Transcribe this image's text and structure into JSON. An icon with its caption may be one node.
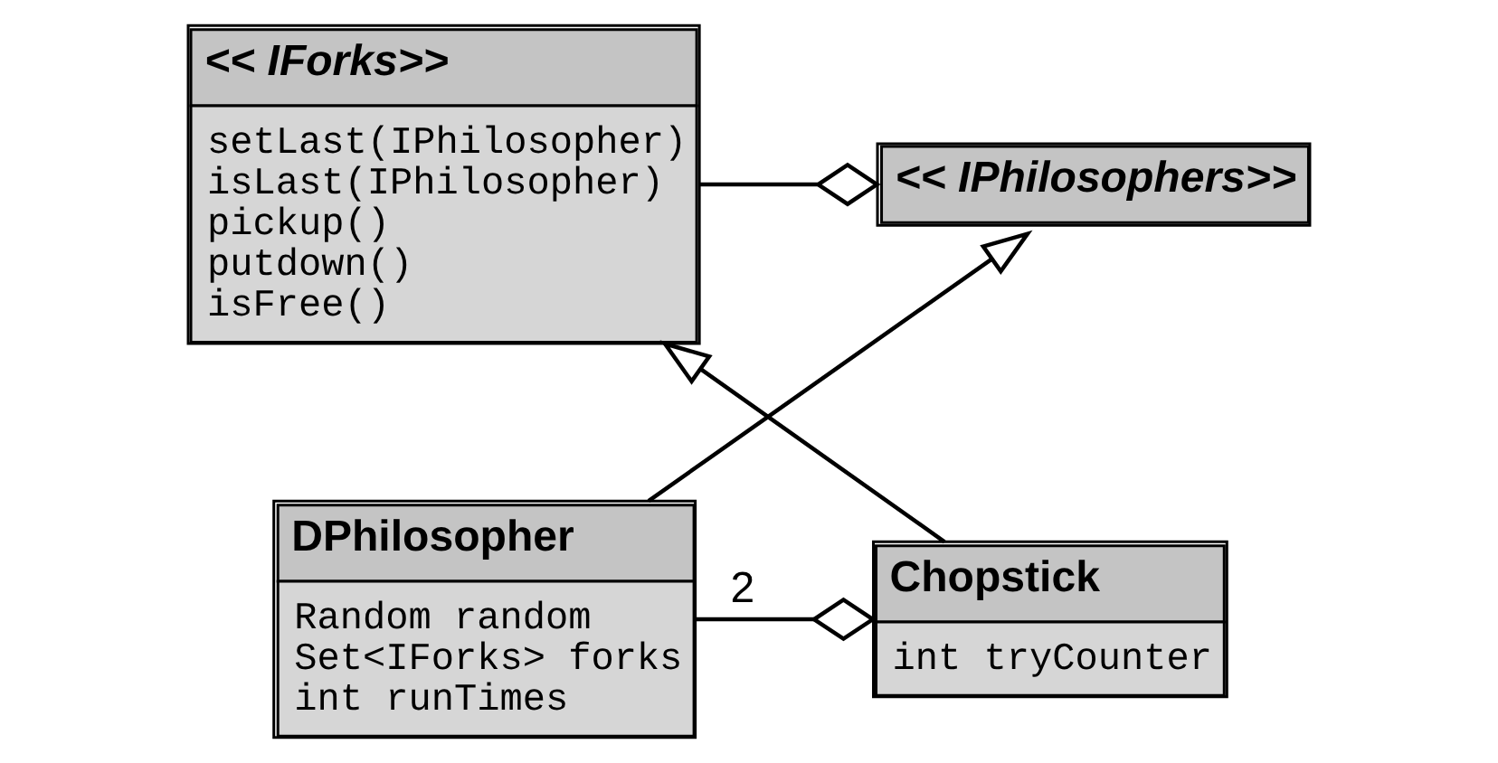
{
  "diagram": {
    "nodes": [
      {
        "text": [
          "<< IPhilosophers>>"
        ]
      },
      {
        "text": [
          "<< IForks>>",
          "setLast(IPhilosopher)",
          "isLast(IPhilosopher)",
          "pickup()",
          "putdown()",
          "isFree()"
        ]
      },
      {
        "text": [
          "DPhilosopher",
          "Random random",
          "Set<IForks> forks",
          "int runTimes"
        ]
      },
      {
        "text": [
          "Chopstick",
          "int tryCounter"
        ]
      }
    ],
    "edges": [
      {
        "from": 1,
        "to": 0,
        "arrow": "other"
      },
      {
        "from": 2,
        "to": 0,
        "arrow": "to"
      },
      {
        "from": 3,
        "to": 1,
        "arrow": "to"
      },
      {
        "from": 2,
        "to": 3,
        "arrow": "other",
        "label": "2"
      }
    ]
  }
}
